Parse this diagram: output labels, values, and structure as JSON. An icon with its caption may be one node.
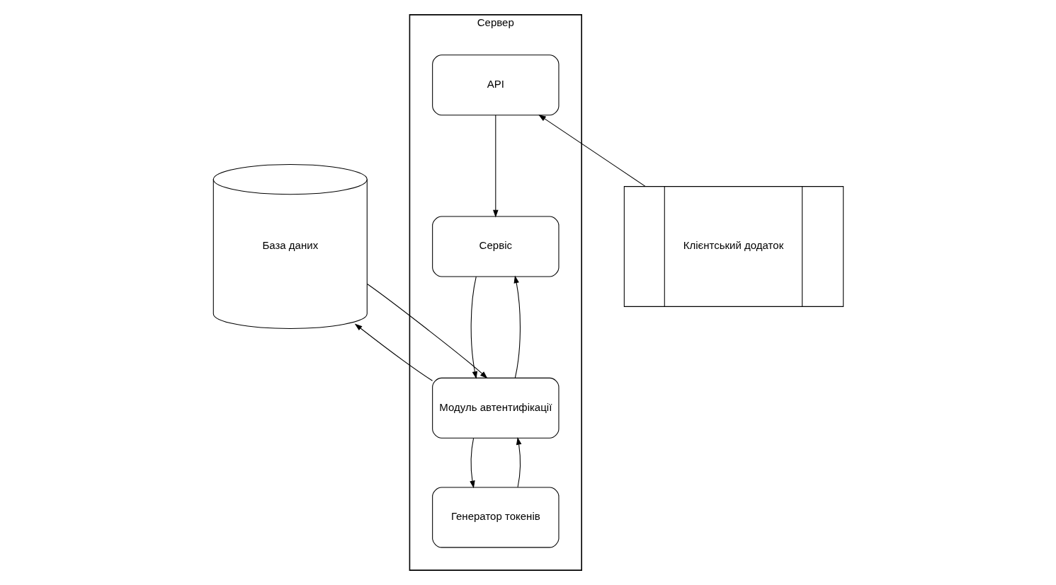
{
  "diagram": {
    "nodes": [
      {
        "text": [
          "База даних"
        ]
      },
      {
        "text": [
          "Клієнтський додаток"
        ]
      },
      {
        "text": [
          "Сервер"
        ]
      },
      {
        "text": [
          "Сервіс"
        ],
        "in": 2
      },
      {
        "text": [
          "API"
        ],
        "in": 2
      },
      {
        "text": [
          "Модуль автентифікації"
        ],
        "in": 2
      },
      {
        "text": [
          "Генератор токенів"
        ],
        "in": 2
      }
    ],
    "edges": [
      {
        "from": 1,
        "to": 4,
        "arrow": "to"
      },
      {
        "from": 4,
        "to": 3,
        "arrow": "to"
      },
      {
        "from": 3,
        "to": 5,
        "arrow": "to"
      },
      {
        "from": 5,
        "to": 3,
        "arrow": "to"
      },
      {
        "from": 0,
        "to": 5,
        "arrow": "to"
      },
      {
        "from": 5,
        "to": 0,
        "arrow": "to"
      },
      {
        "from": 5,
        "to": 6,
        "arrow": "to"
      },
      {
        "from": 6,
        "to": 5,
        "arrow": "to"
      }
    ]
  }
}
